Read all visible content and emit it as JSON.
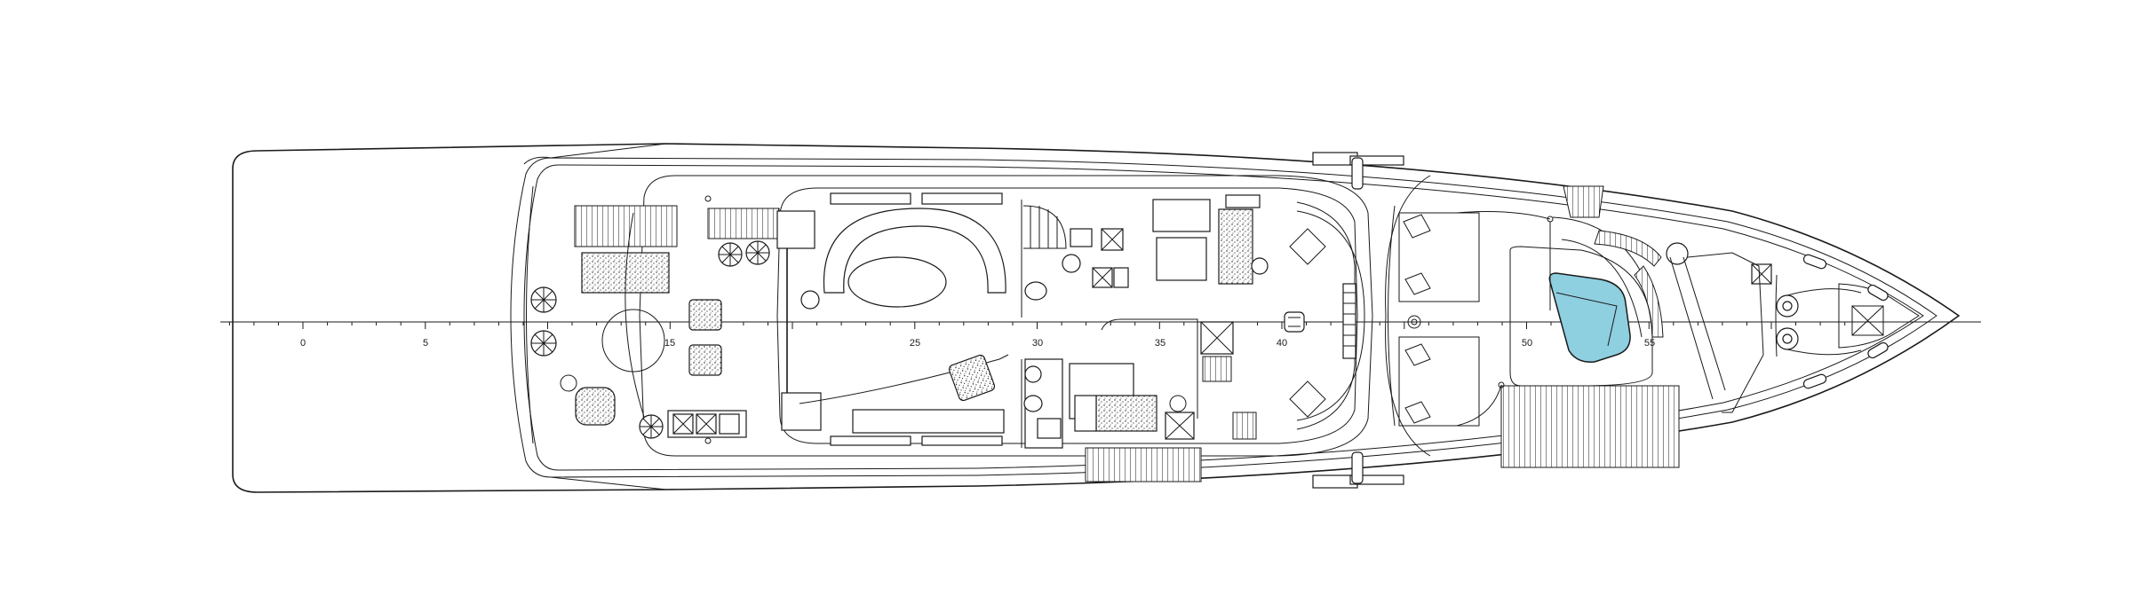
{
  "drawing": {
    "scale_labels": [
      "0",
      "5",
      "15",
      "25",
      "30",
      "35",
      "40",
      "50",
      "55"
    ],
    "room_labels": [],
    "colors": {
      "line": "#1a1a1a",
      "pool_water": "#8ecfe0",
      "background": "#ffffff"
    },
    "icons": [
      "plant-icon",
      "armchair-icon",
      "lounger-icon",
      "helm-chair-icon",
      "anchor-windlass-icon"
    ]
  }
}
